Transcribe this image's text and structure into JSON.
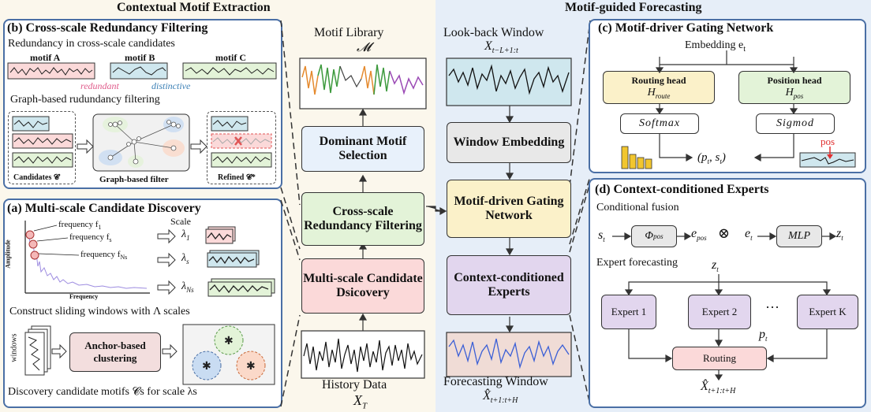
{
  "sections": {
    "left_title": "Contextual Motif Extraction",
    "right_title": "Motif-guided Forecasting"
  },
  "panel_b": {
    "title": "(b) Cross-scale Redundancy Filtering",
    "subtitle": "Redundancy in cross-scale candidates",
    "motif_a": "motif A",
    "motif_b": "motif B",
    "motif_c": "motif C",
    "redundant": "redundant",
    "distinctive": "distinctive",
    "graph_title": "Graph-based rudundancy filtering",
    "candidates": "Candidates 𝓒",
    "graph_filter": "Graph-based filter",
    "refined": "Refined 𝓒*"
  },
  "panel_a": {
    "title": "(a) Multi-scale Candidate Discovery",
    "scale": "Scale",
    "freq1": "frequency f",
    "freq1_sub": "1",
    "freqs": "frequency f",
    "freqs_sub": "s",
    "freqN": "frequency f",
    "freqN_sub": "Ns",
    "amplitude": "Amplitude",
    "frequency_axis": "Frequency",
    "lambda1": "λ",
    "lambda1_sub": "1",
    "lambdas": "λ",
    "lambdas_sub": "s",
    "lambdaN": "λ",
    "lambdaN_sub": "Ns",
    "sliding": "Construct sliding windows with Λ scales",
    "windows": "windows",
    "anchor": "Anchor-based clustering",
    "discovery": "Discovery candidate motifs 𝓒s  for scale λs"
  },
  "middle": {
    "motif_library": "Motif Library",
    "motif_symbol": "𝓜",
    "dominant": "Dominant Motif Selection",
    "crossscale": "Cross-scale Redundancy Filtering",
    "multiscale": "Multi-scale Candidate Dsicovery",
    "history": "History Data",
    "history_symbol": "X",
    "history_sub": "T"
  },
  "forecast": {
    "lookback": "Look-back Window",
    "lookback_symbol": "X",
    "lookback_sub": "t−L+1:t",
    "window_embedding": "Window Embedding",
    "gating": "Motif-driven Gating Network",
    "experts": "Context-conditioned Experts",
    "forecasting_window": "Forecasting Window",
    "fw_symbol": "X̂",
    "fw_sub": "t+1:t+H"
  },
  "panel_c": {
    "title": "(c) Motif-driver Gating Network",
    "embedding": "Embedding e",
    "embedding_sub": "t",
    "routing_head": "Routing head",
    "routing_sym": "H",
    "routing_sub": "route",
    "position_head": "Position head",
    "position_sym": "H",
    "position_sub": "pos",
    "softmax": "Softmax",
    "sigmoid": "Sigmod",
    "output": "(p",
    "output_rest": ", s",
    "pos": "pos"
  },
  "panel_d": {
    "title": "(d) Context-conditioned Experts",
    "conditional": "Conditional fusion",
    "s_t": "s",
    "phi": "Φ",
    "phi_sub": "pos",
    "e_pos": "e",
    "e_pos_sub": "pos",
    "otimes": "⊗",
    "e_t": "e",
    "mlp": "MLP",
    "z_t": "z",
    "expert_forecasting": "Expert forecasting",
    "z_t2": "z",
    "expert1": "Expert 1",
    "expert2": "Expert 2",
    "dots": "···",
    "expertK": "Expert K",
    "p_t": "p",
    "routing": "Routing",
    "output": "X̂",
    "output_sub": "t+1:t+H",
    "sub_t": "t"
  },
  "colors": {
    "panel_border": "#4a6fa5",
    "right_bg": "#e6eef8",
    "left_bg": "#fbf7ec",
    "green_box": "#e3f3d8",
    "pink_box": "#fbd9d9",
    "yellow_box": "#fbf1c9",
    "purple_box": "#e2d6ee",
    "gray_box": "#e8e8e8",
    "blue_box": "#e8f1fb",
    "lookback_bg": "#cfe7ee",
    "forecast_bg": "#f0dcd6"
  }
}
